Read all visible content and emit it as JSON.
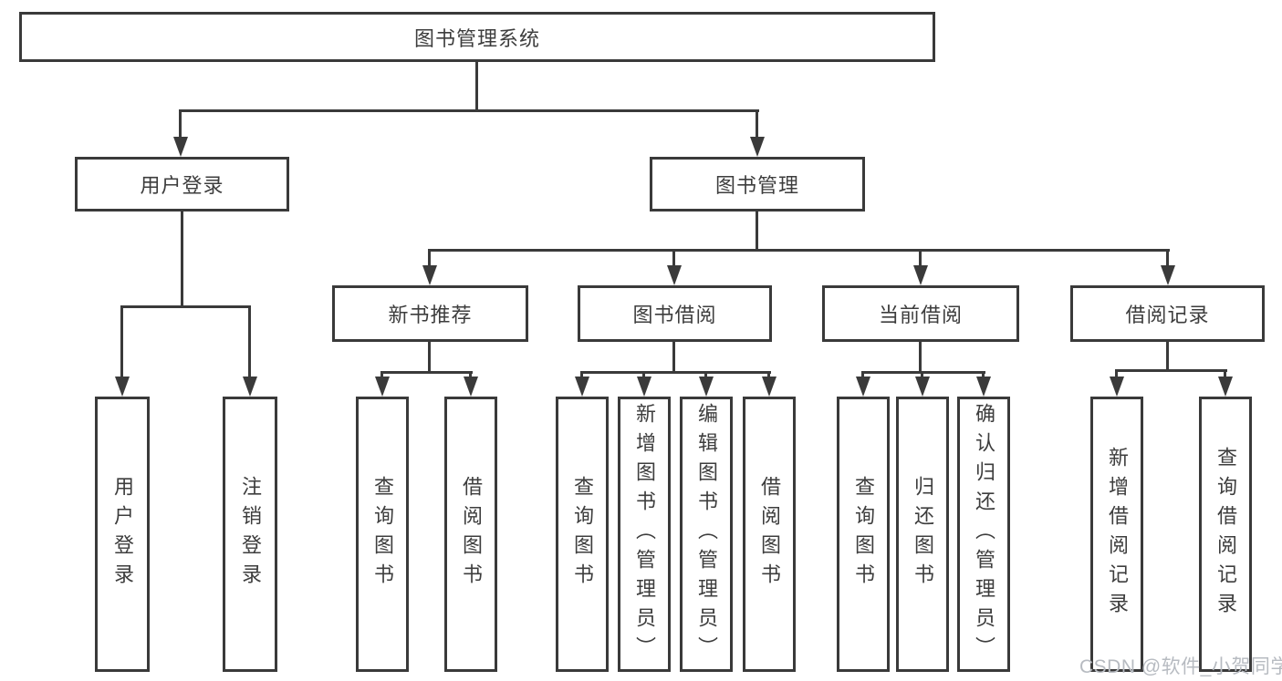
{
  "colors": {
    "line": "#3a3a3a",
    "text": "#3d3d3d",
    "background": "#ffffff",
    "watermark": "#b7bbc1"
  },
  "watermark": {
    "text": "CSDN @软件_小贺同学"
  },
  "tree": {
    "root": {
      "label": "图书管理系统"
    },
    "branches": [
      {
        "label": "用户登录",
        "children": [
          {
            "label": "用户登录"
          },
          {
            "label": "注销登录"
          }
        ]
      },
      {
        "label": "图书管理",
        "children": [
          {
            "label": "新书推荐",
            "children": [
              {
                "label": "查询图书"
              },
              {
                "label": "借阅图书"
              }
            ]
          },
          {
            "label": "图书借阅",
            "children": [
              {
                "label": "查询图书"
              },
              {
                "label": "新增图书（管理员）"
              },
              {
                "label": "编辑图书（管理员）"
              },
              {
                "label": "借阅图书"
              }
            ]
          },
          {
            "label": "当前借阅",
            "children": [
              {
                "label": "查询图书"
              },
              {
                "label": "归还图书"
              },
              {
                "label": "确认归还（管理员）"
              }
            ]
          },
          {
            "label": "借阅记录",
            "children": [
              {
                "label": "新增借阅记录"
              },
              {
                "label": "查询借阅记录"
              }
            ]
          }
        ]
      }
    ]
  }
}
